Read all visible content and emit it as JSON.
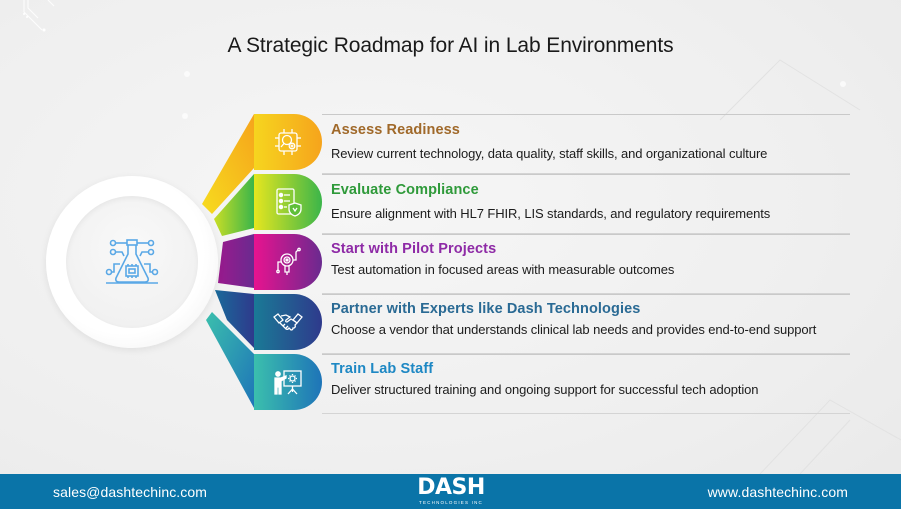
{
  "title": "A Strategic Roadmap for AI in Lab Environments",
  "hub": {
    "icon": "ai-lab-flask-chip-icon",
    "color": "#5aa8e6"
  },
  "steps": [
    {
      "title": "Assess Readiness",
      "description": "Review current technology, data quality, staff skills, and organizational culture",
      "icon": "chip-magnifier-icon",
      "color": "#a0692a",
      "gradient": [
        "#f6d51f",
        "#f6a41c"
      ]
    },
    {
      "title": "Evaluate Compliance",
      "description": "Ensure alignment with HL7 FHIR, LIS standards, and regulatory requirements",
      "icon": "checklist-shield-icon",
      "color": "#2f9a3a",
      "gradient": [
        "#e6e61f",
        "#3bb54a"
      ]
    },
    {
      "title": "Start with Pilot Projects",
      "description": "Test automation in focused areas with measurable outcomes",
      "icon": "pilot-target-icon",
      "color": "#8e2aa6",
      "gradient": [
        "#e8138f",
        "#6a2a8f"
      ]
    },
    {
      "title": "Partner with Experts like Dash Technologies",
      "description": "Choose a vendor that understands clinical lab needs and provides end-to-end support",
      "icon": "handshake-icon",
      "color": "#2a6a94",
      "gradient": [
        "#1a7a96",
        "#2e3a8c"
      ]
    },
    {
      "title": "Train Lab Staff",
      "description": "Deliver structured training and ongoing support for successful tech adoption",
      "icon": "presenter-board-icon",
      "color": "#1e88c4",
      "gradient": [
        "#3bbfad",
        "#1e74b8"
      ]
    }
  ],
  "footer": {
    "email": "sales@dashtechinc.com",
    "website": "www.dashtechinc.com",
    "logo": {
      "main": "DASH",
      "sub": "TECHNOLOGIES INC"
    },
    "background": "#0a74a8"
  }
}
